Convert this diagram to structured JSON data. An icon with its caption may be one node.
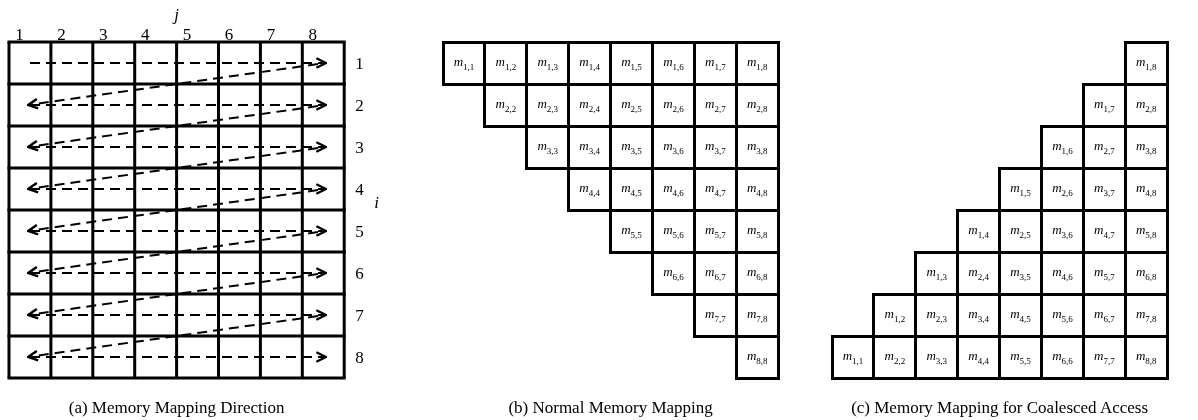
{
  "diagram": {
    "nodes": [
      {
        "text": [
          "*m*$_{1,1}$"
        ]
      },
      {
        "text": [
          "*m*$_{1,2}$"
        ]
      },
      {
        "text": [
          "*m*$_{1,3}$"
        ]
      },
      {
        "text": [
          "*m*$_{1,4}$"
        ]
      },
      {
        "text": [
          "*m*$_{1,5}$"
        ]
      },
      {
        "text": [
          "*m*$_{1,6}$"
        ]
      },
      {
        "text": [
          "*m*$_{1,7}$"
        ]
      },
      {
        "text": [
          "*m*$_{1,8}$"
        ]
      },
      {
        "text": [
          "*m*$_{2,2}$"
        ]
      },
      {
        "text": [
          "*m*$_{2,3}$"
        ]
      },
      {
        "text": [
          "*m*$_{2,4}$"
        ]
      },
      {
        "text": [
          "*m*$_{2,5}$"
        ]
      },
      {
        "text": [
          "*m*$_{2,6}$"
        ]
      },
      {
        "text": [
          "*m*$_{2,7}$"
        ]
      },
      {
        "text": [
          "*m*$_{2,8}$"
        ]
      },
      {
        "text": [
          "*m*$_{3,3}$"
        ]
      },
      {
        "text": [
          "*m*$_{3,4}$"
        ]
      },
      {
        "text": [
          "*m*$_{3,5}$"
        ]
      },
      {
        "text": [
          "*m*$_{3,6}$"
        ]
      },
      {
        "text": [
          "*m*$_{3,7}$"
        ]
      },
      {
        "text": [
          "*m*$_{3,8}$"
        ]
      },
      {
        "text": [
          "*m*$_{4,4}$"
        ]
      },
      {
        "text": [
          "*m*$_{4,5}$"
        ]
      },
      {
        "text": [
          "*m*$_{4,6}$"
        ]
      },
      {
        "text": [
          "*m*$_{4,7}$"
        ]
      },
      {
        "text": [
          "*m*$_{4,8}$"
        ]
      },
      {
        "text": [
          "*m*$_{5,5}$"
        ]
      },
      {
        "text": [
          "*m*$_{5,6}$"
        ]
      },
      {
        "text": [
          "*m*$_{5,7}$"
        ]
      },
      {
        "text": [
          "*m*$_{5,8}$"
        ]
      },
      {
        "text": [
          "*m*$_{6,6}$"
        ]
      },
      {
        "text": [
          "*m*$_{6,7}$"
        ]
      },
      {
        "text": [
          "*m*$_{6,8}$"
        ]
      },
      {
        "text": [
          "*m*$_{7,7}$"
        ]
      },
      {
        "text": [
          "*m*$_{7,8}$"
        ]
      },
      {
        "text": [
          "*m*$_{8,8}$"
        ]
      },
      {
        "text": [
          "*m*$_{1,8}$"
        ]
      },
      {
        "text": [
          "*m*$_{1,7}$"
        ]
      },
      {
        "text": [
          "*m*$_{2,8}$"
        ]
      },
      {
        "text": [
          "*m*$_{1,6}$"
        ]
      },
      {
        "text": [
          "*m*$_{2,7}$"
        ]
      },
      {
        "text": [
          "*m*$_{3,8}$"
        ]
      },
      {
        "text": [
          "*m*$_{1,5}$"
        ]
      },
      {
        "text": [
          "*m*$_{2,6}$"
        ]
      },
      {
        "text": [
          "*m*$_{3,7}$"
        ]
      },
      {
        "text": [
          "*m*$_{4,8}$"
        ]
      },
      {
        "text": [
          "*m*$_{1,4}$"
        ]
      },
      {
        "text": [
          "*m*$_{2,5}$"
        ]
      },
      {
        "text": [
          "*m*$_{3,6}$"
        ]
      },
      {
        "text": [
          "*m*$_{4,7}$"
        ]
      },
      {
        "text": [
          "*m*$_{5,8}$"
        ]
      },
      {
        "text": [
          "*m*$_{1,3}$"
        ]
      },
      {
        "text": [
          "*m*$_{2,4}$"
        ]
      },
      {
        "text": [
          "*m*$_{3,5}$"
        ]
      },
      {
        "text": [
          "*m*$_{4,6}$"
        ]
      },
      {
        "text": [
          "*m*$_{5,7}$"
        ]
      },
      {
        "text": [
          "*m*$_{6,8}$"
        ]
      },
      {
        "text": [
          "*m*$_{1,2}$"
        ]
      },
      {
        "text": [
          "*m*$_{2,3}$"
        ]
      },
      {
        "text": [
          "*m*$_{3,4}$"
        ]
      },
      {
        "text": [
          "*m*$_{4,5}$"
        ]
      },
      {
        "text": [
          "*m*$_{5,6}$"
        ]
      },
      {
        "text": [
          "*m*$_{6,7}$"
        ]
      },
      {
        "text": [
          "*m*$_{7,8}$"
        ]
      },
      {
        "text": [
          "*m*$_{1,1}$"
        ]
      },
      {
        "text": [
          "*m*$_{2,2}$"
        ]
      },
      {
        "text": [
          "*m*$_{3,3}$"
        ]
      },
      {
        "text": [
          "*m*$_{4,4}$"
        ]
      },
      {
        "text": [
          "*m*$_{5,5}$"
        ]
      },
      {
        "text": [
          "*m*$_{6,6}$"
        ]
      },
      {
        "text": [
          "*m*$_{7,7}$"
        ]
      },
      {
        "text": [
          "*m*$_{8,8}$"
        ]
      }
    ],
    "labels": [
      "j",
      "1",
      "2",
      "3",
      "4",
      "5",
      "6",
      "7",
      "8",
      "1",
      "2",
      "3",
      "4",
      "5",
      "6",
      "7",
      "8",
      "i",
      "(a) Memory Mapping Direction",
      "(b) Normal Memory Mapping",
      "(c) Memory Mapping for Coalesced Access"
    ]
  }
}
